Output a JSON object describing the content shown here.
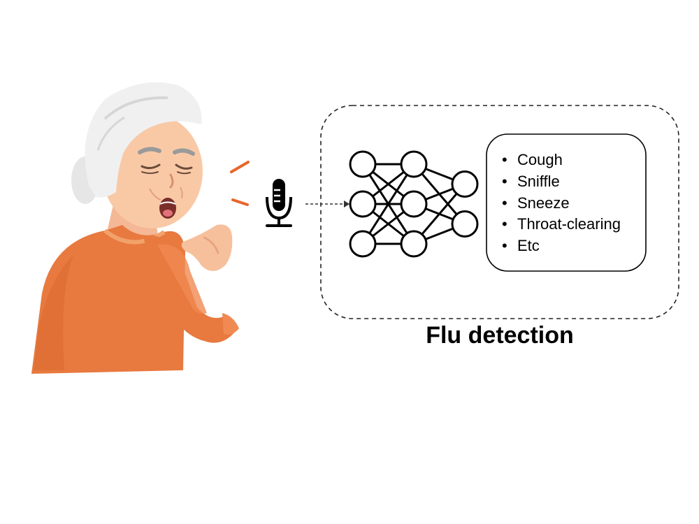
{
  "title": "Flu detection",
  "detected_sounds": [
    "Cough",
    "Sniffle",
    "Sneeze",
    "Throat-clearing",
    "Etc"
  ],
  "network": {
    "layer_sizes": [
      3,
      3,
      2
    ]
  },
  "icons": {
    "person": "coughing-elderly-woman-illustration",
    "microphone": "microphone-icon"
  },
  "colors": {
    "sweater": "#e8793f",
    "skin": "#f9c9a6",
    "hair": "#ececec",
    "sound_marks": "#e8652a",
    "lines": "#000000"
  }
}
